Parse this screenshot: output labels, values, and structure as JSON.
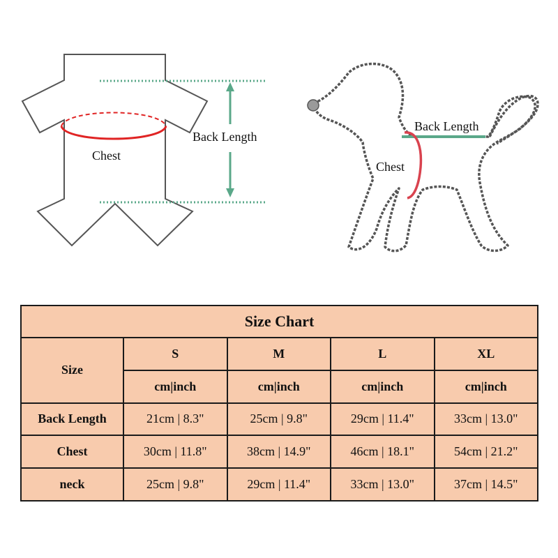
{
  "illustration": {
    "shirt": {
      "back_length_label": "Back Length",
      "chest_label": "Chest"
    },
    "dog": {
      "back_length_label": "Back Length",
      "chest_label": "Chest"
    },
    "colors": {
      "chest_ring": "#e02424",
      "dog_chest_ring": "#d9434f",
      "measure_arrow": "#5aa889",
      "outline": "#555555"
    }
  },
  "size_chart": {
    "title": "Size Chart",
    "size_header": "Size",
    "sizes": [
      {
        "label": "S",
        "unit": "cm|inch"
      },
      {
        "label": "M",
        "unit": "cm|inch"
      },
      {
        "label": "L",
        "unit": "cm|inch"
      },
      {
        "label": "XL",
        "unit": "cm|inch"
      }
    ],
    "rows": [
      {
        "label": "Back Length",
        "values": [
          "21cm | 8.3\"",
          "25cm | 9.8\"",
          "29cm | 11.4\"",
          "33cm | 13.0\""
        ]
      },
      {
        "label": "Chest",
        "values": [
          "30cm | 11.8\"",
          "38cm | 14.9\"",
          "46cm | 18.1\"",
          "54cm | 21.2\""
        ]
      },
      {
        "label": "neck",
        "values": [
          "25cm | 9.8\"",
          "29cm | 11.4\"",
          "33cm | 13.0\"",
          "37cm | 14.5\""
        ]
      }
    ],
    "background": "#f8cbad"
  }
}
